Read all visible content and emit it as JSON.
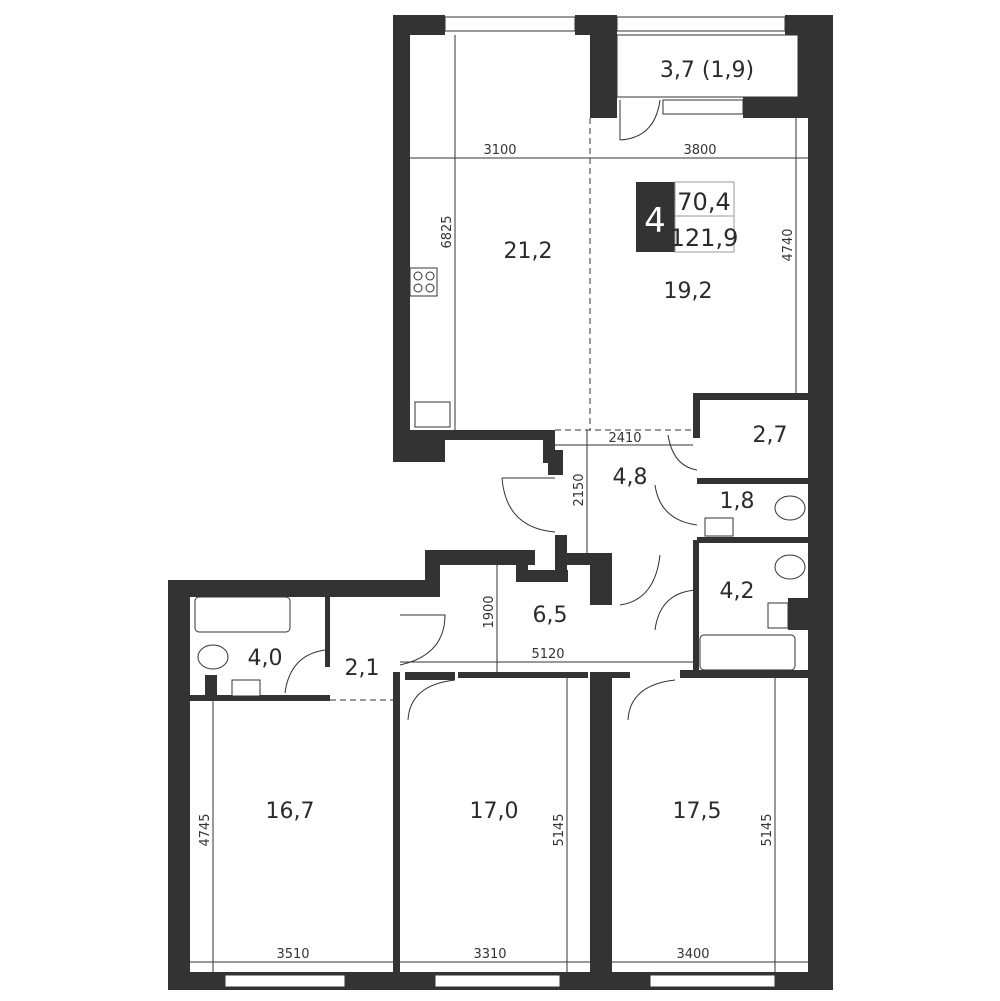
{
  "plan": {
    "rooms_count": "4",
    "living_area": "70,4",
    "total_area": "121,9",
    "rooms": [
      {
        "name": "balcony",
        "area": "3,7 (1,9)"
      },
      {
        "name": "kitchen",
        "area": "21,2"
      },
      {
        "name": "living",
        "area": "19,2"
      },
      {
        "name": "storage",
        "area": "2,7"
      },
      {
        "name": "hall",
        "area": "4,8"
      },
      {
        "name": "wc",
        "area": "1,8"
      },
      {
        "name": "bathroom-right",
        "area": "4,2"
      },
      {
        "name": "corridor",
        "area": "6,5"
      },
      {
        "name": "bathroom-left",
        "area": "4,0"
      },
      {
        "name": "closet",
        "area": "2,1"
      },
      {
        "name": "bedroom-1",
        "area": "16,7"
      },
      {
        "name": "bedroom-2",
        "area": "17,0"
      },
      {
        "name": "bedroom-3",
        "area": "17,5"
      }
    ],
    "dimensions": [
      "3100",
      "3800",
      "6825",
      "4740",
      "2410",
      "2150",
      "1900",
      "5120",
      "4745",
      "5145",
      "5145",
      "3510",
      "3310",
      "3400"
    ]
  }
}
